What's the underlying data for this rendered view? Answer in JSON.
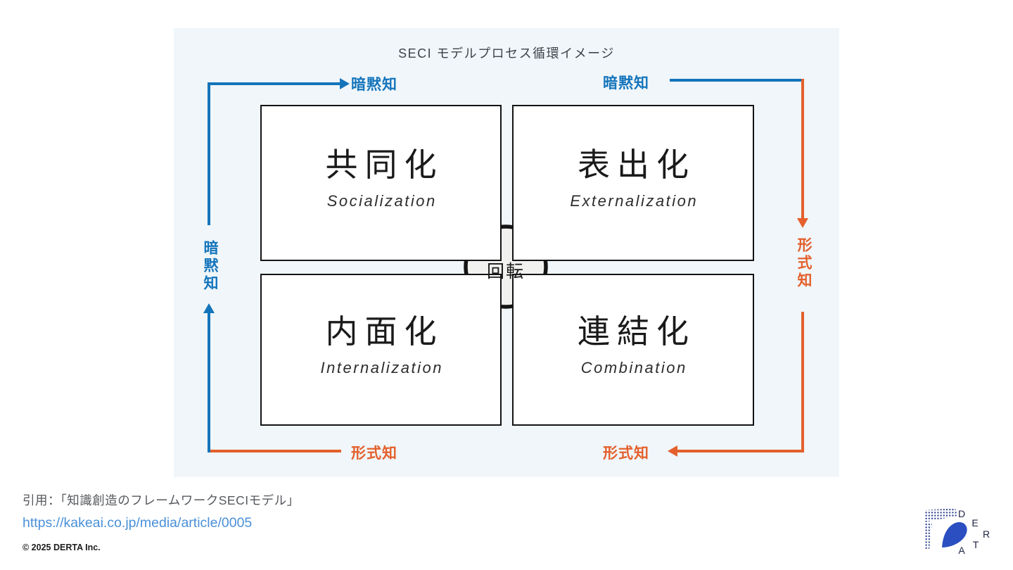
{
  "diagram": {
    "title": "SECI モデルプロセス循環イメージ",
    "center_label": "回転",
    "quadrants": [
      {
        "jp": "共同化",
        "en": "Socialization"
      },
      {
        "jp": "表出化",
        "en": "Externalization"
      },
      {
        "jp": "内面化",
        "en": "Internalization"
      },
      {
        "jp": "連結化",
        "en": "Combination"
      }
    ],
    "labels": {
      "top_left": "暗黙知",
      "top_right": "暗黙知",
      "left": "暗黙知",
      "right": "形式知",
      "bottom_left": "形式知",
      "bottom_right": "形式知"
    },
    "colors": {
      "tacit_blue": "#1474bb",
      "explicit_orange": "#e4602c",
      "panel_background": "#f0f6fa",
      "box_border": "#141414",
      "circle_fill": "#f1f1ef"
    }
  },
  "footer": {
    "citation": "引用：「知識創造のフレームワークSECIモデル」",
    "link": "https://kakeai.co.jp/media/article/0005",
    "copyright": "© 2025 DERTA Inc.",
    "link_color": "#4a90d8"
  },
  "logo": {
    "letters": [
      "D",
      "E",
      "R",
      "T",
      "A"
    ],
    "shape_blue": "#2b4fc0",
    "dots_navy": "#23368a"
  }
}
